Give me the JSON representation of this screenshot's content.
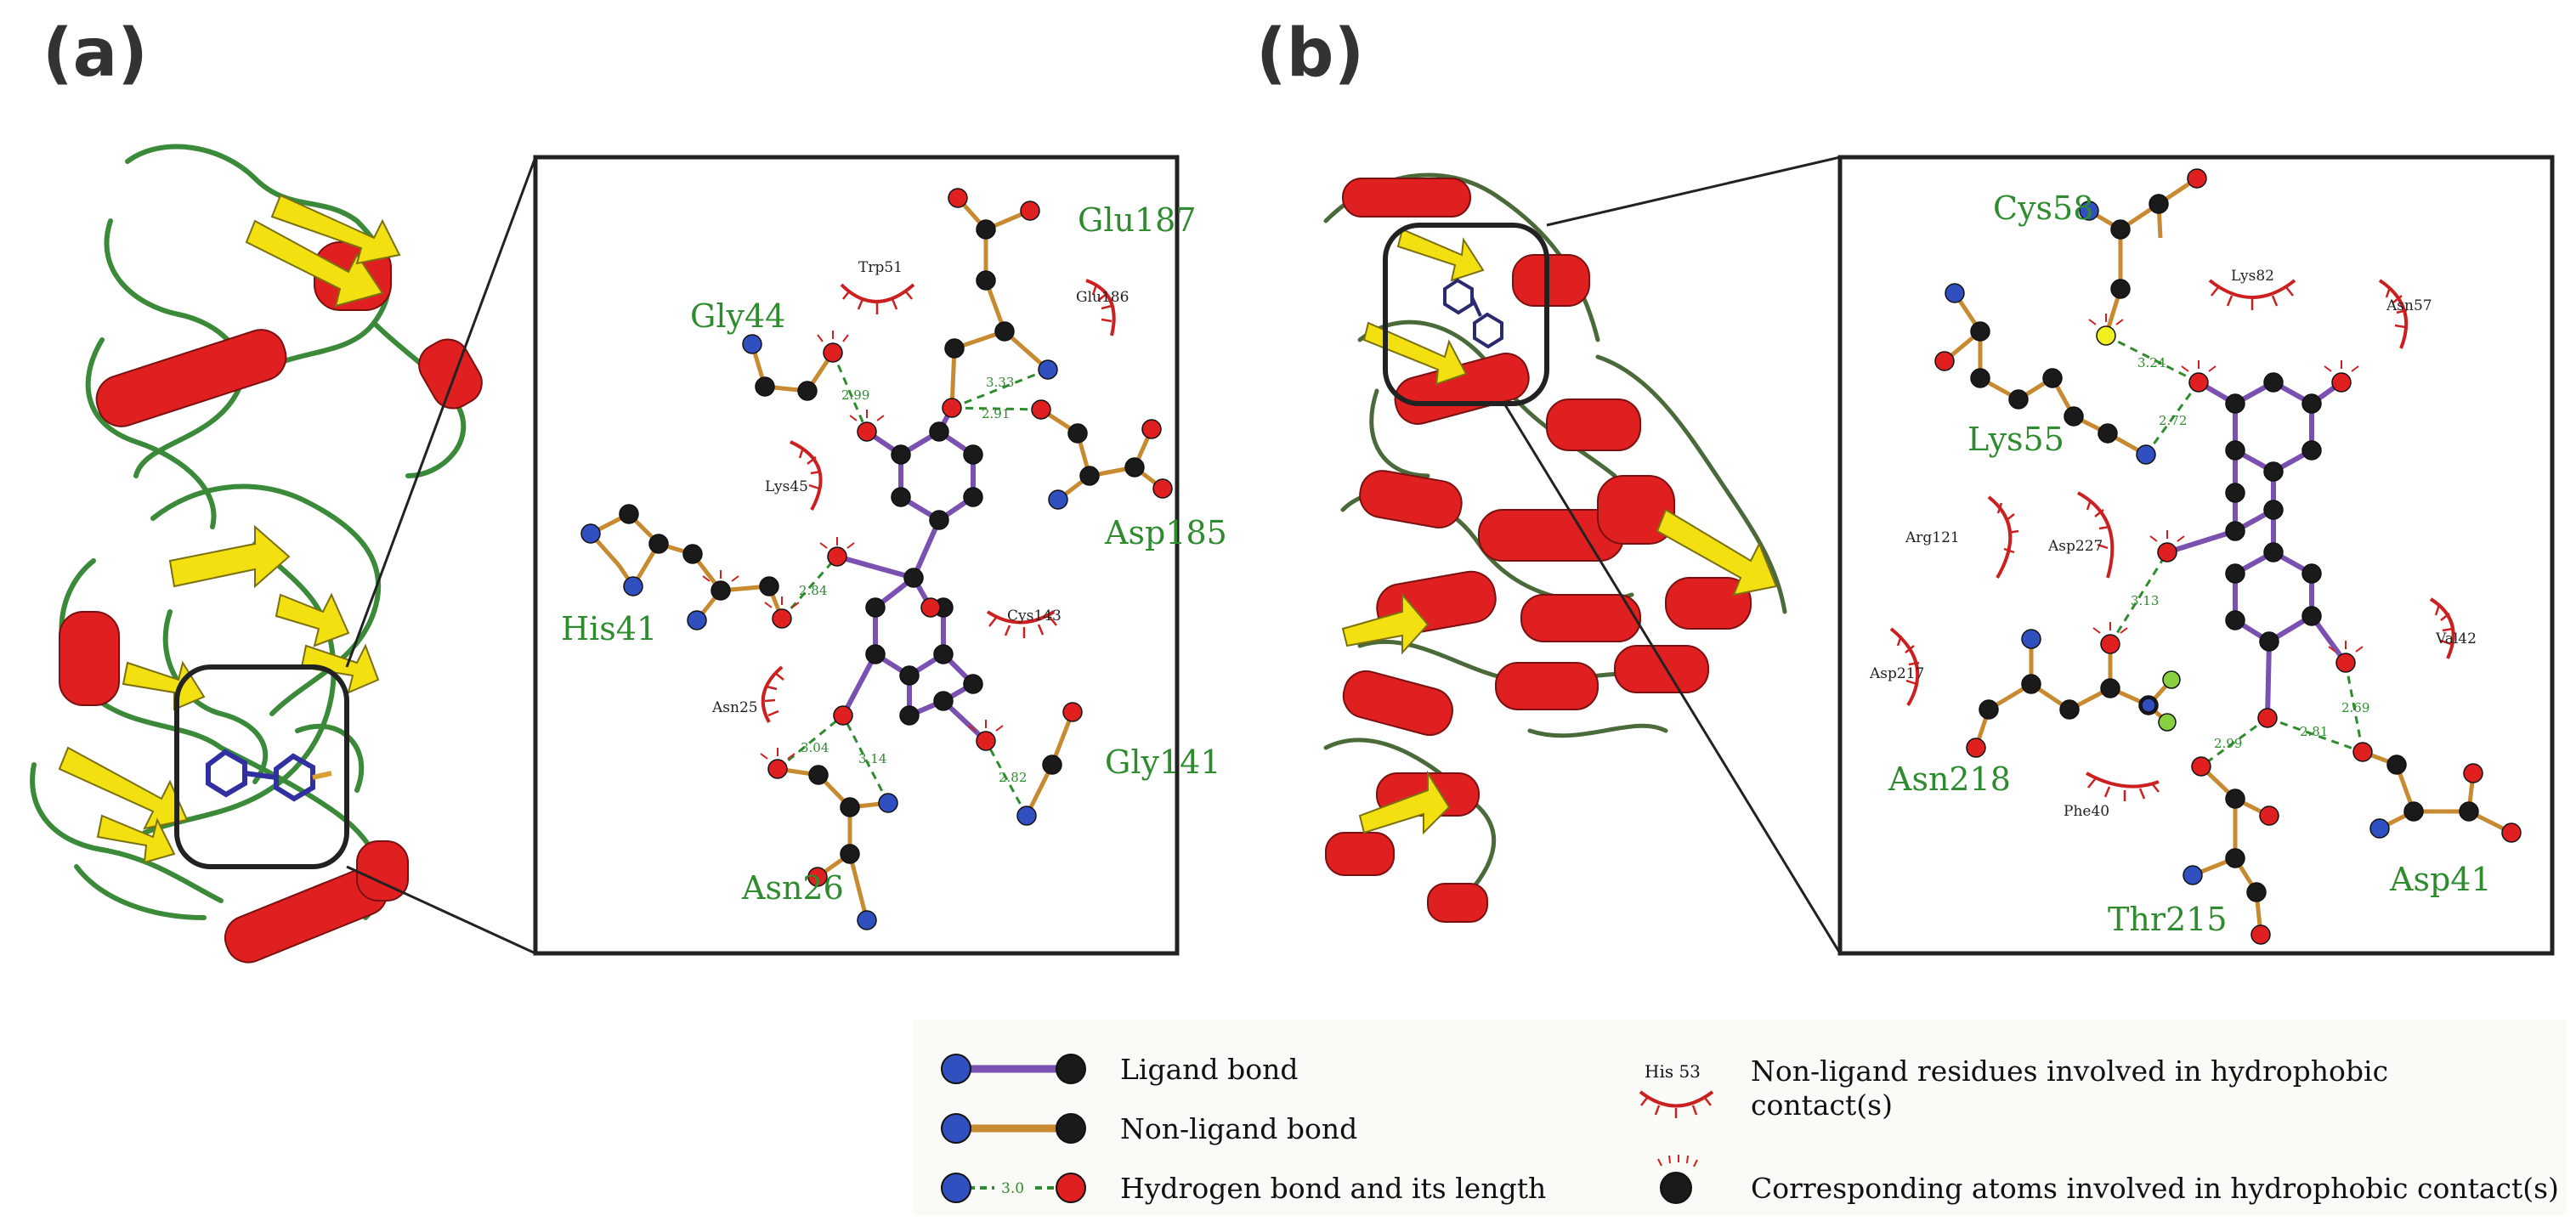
{
  "panels": {
    "a": {
      "label": "(a)",
      "large_residues": [
        "Glu187",
        "Gly44",
        "Asp185",
        "His41",
        "Gly141",
        "Asn26"
      ],
      "small_residues": [
        "Trp51",
        "Glu186",
        "Lys45",
        "Cys143",
        "Asn25"
      ],
      "hbond_lengths": [
        "2.99",
        "3.33",
        "2.91",
        "2.84",
        "3.04",
        "3.14",
        "2.82"
      ]
    },
    "b": {
      "label": "(b)",
      "large_residues": [
        "Cys58",
        "Lys55",
        "Asn218",
        "Thr215",
        "Asp41"
      ],
      "small_residues": [
        "Lys82",
        "Asn57",
        "Arg121",
        "Asp227",
        "Asp217",
        "Val42",
        "Phe40"
      ],
      "hbond_lengths": [
        "3.24",
        "2.72",
        "3.13",
        "2.69",
        "2.99",
        "2.81"
      ]
    }
  },
  "legend": {
    "ligand_bond": "Ligand bond",
    "non_ligand_bond": "Non-ligand bond",
    "hbond": "Hydrogen bond and its length",
    "hbond_example_length": "3.0",
    "hydrophobic_residue_example": "His 53",
    "hydrophobic_residues_line1": "Non-ligand residues involved in hydrophobic",
    "hydrophobic_residues_line2": "contact(s)",
    "hydrophobic_atoms": "Corresponding atoms involved in hydrophobic contact(s)"
  },
  "colors": {
    "carbon": "#1a1a1a",
    "oxygen": "#e02020",
    "nitrogen": "#3050c0",
    "sulfur": "#f0f020",
    "fluorine": "#88d040",
    "ligand_bond": "#7a50b0",
    "nonligand_bond": "#c88a30",
    "hbond": "#2e8b2e",
    "hydrophobic_arc": "#cc2020",
    "helix": "#e02020",
    "sheet": "#f2e010",
    "coil": "#3a8a3a"
  }
}
